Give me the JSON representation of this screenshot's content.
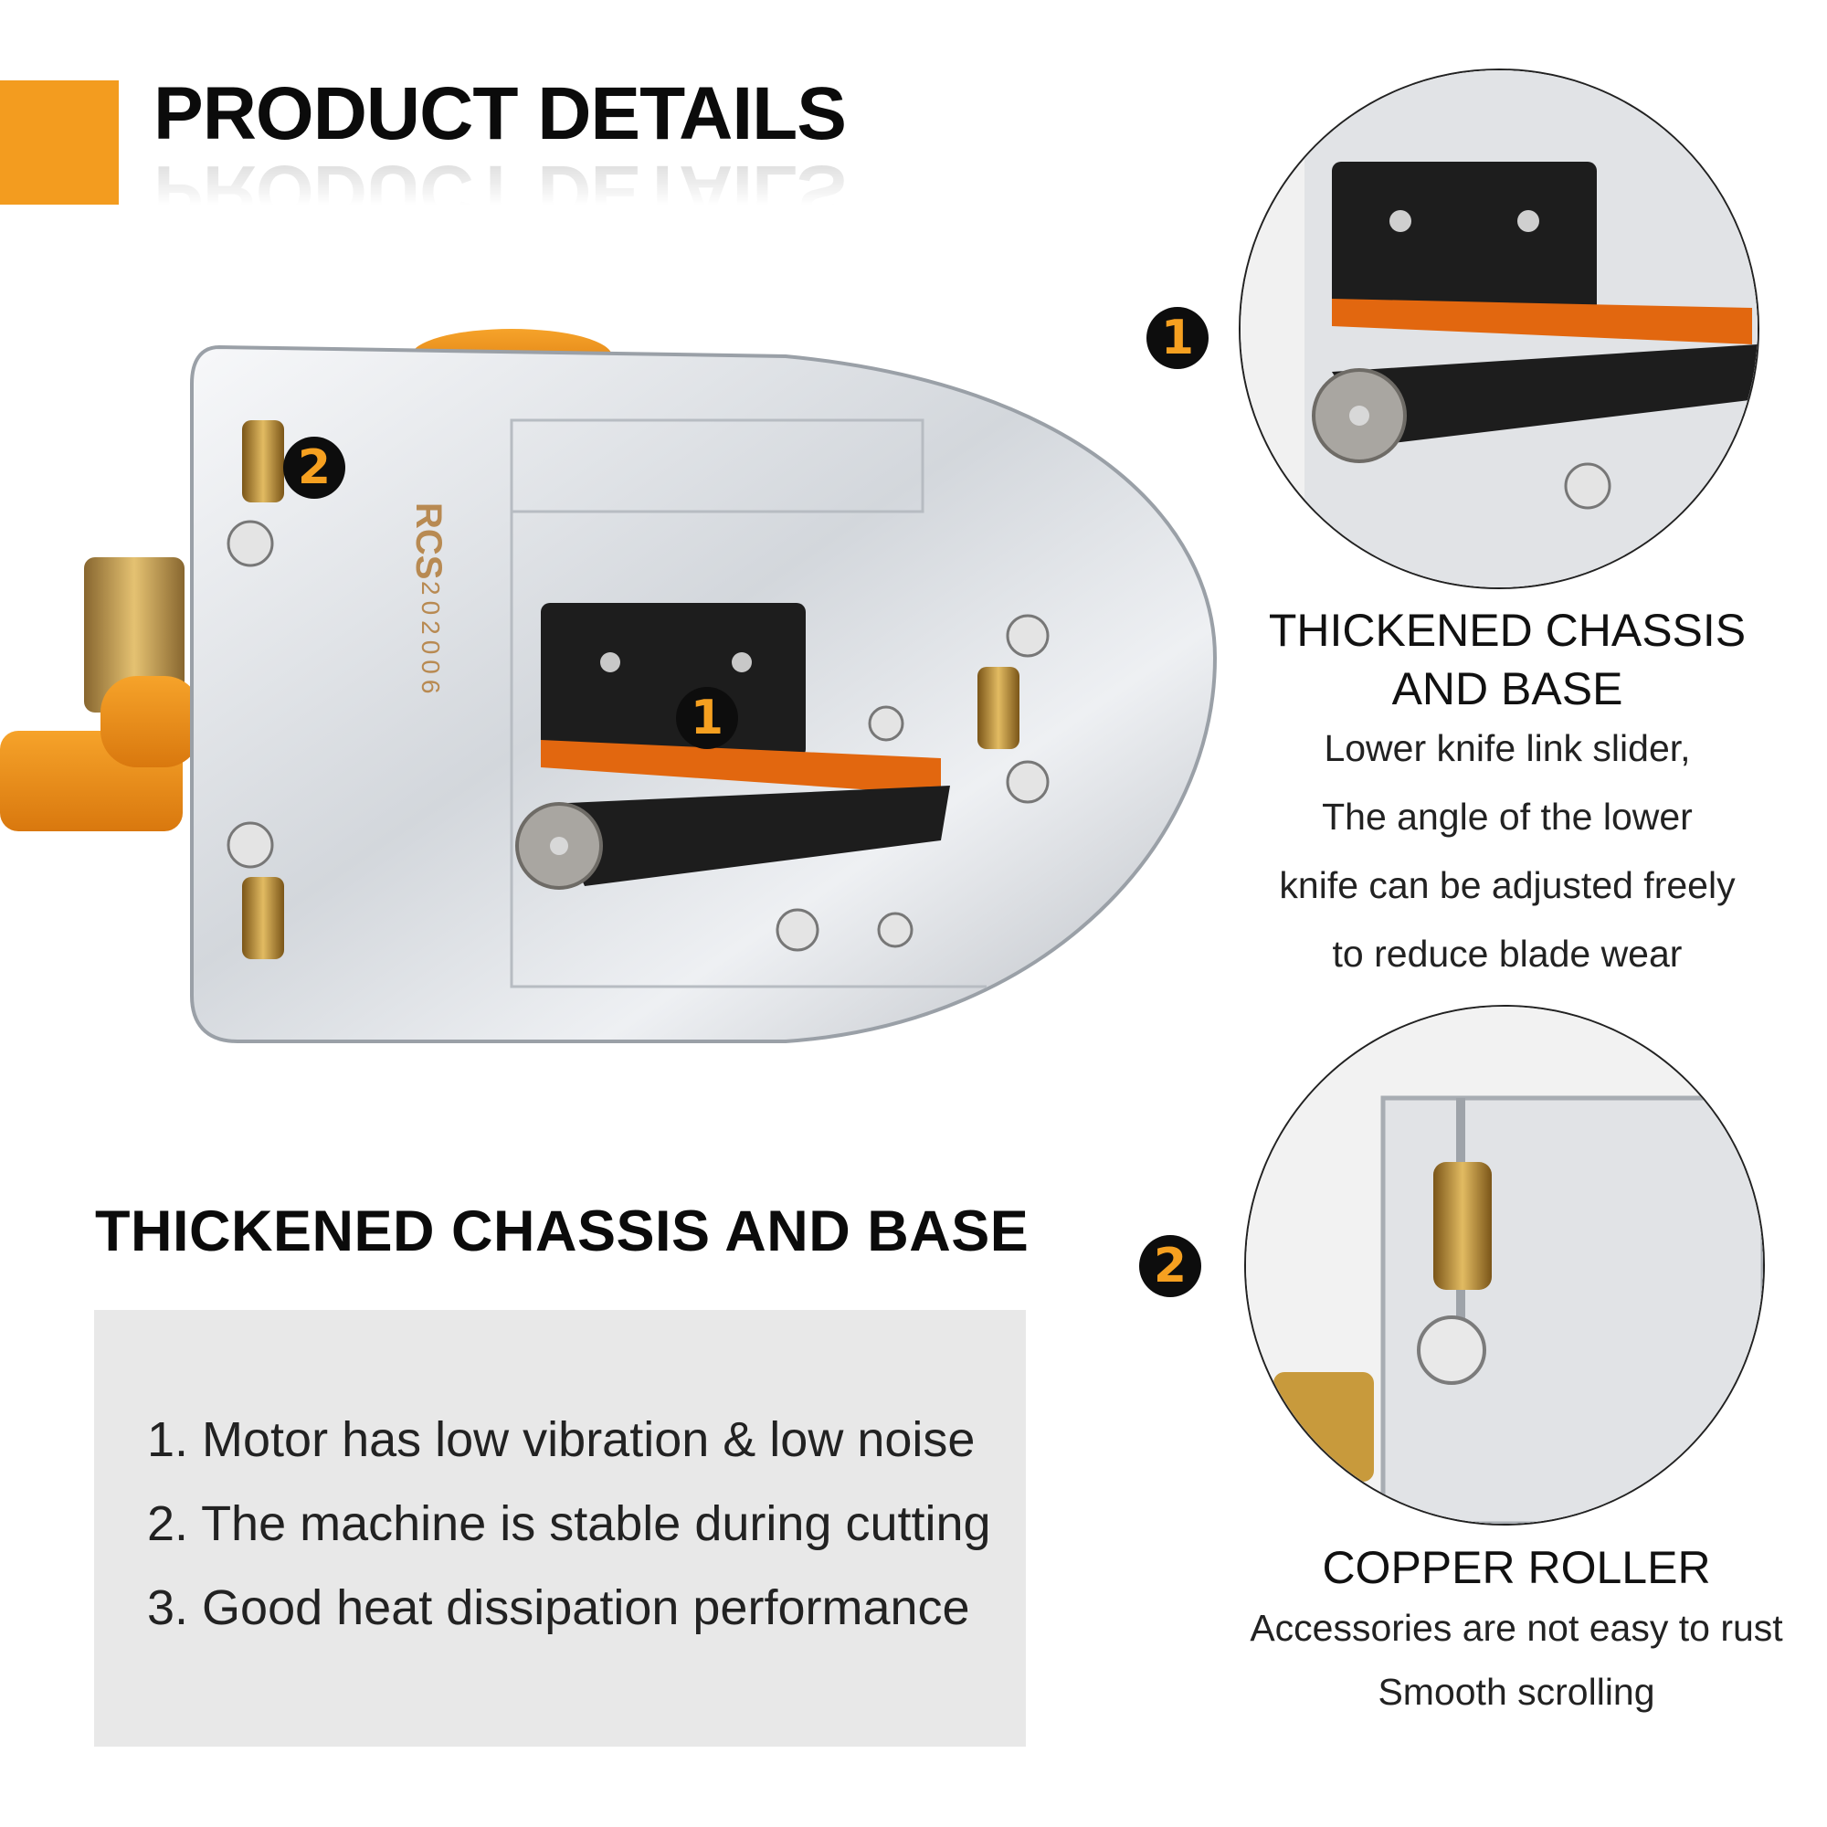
{
  "header": {
    "title": "PRODUCT DETAILS"
  },
  "markers": {
    "one": "1",
    "two": "2"
  },
  "product": {
    "engraving_brand": "RCS",
    "engraving_model": "202006"
  },
  "detail_1": {
    "marker": "1",
    "title_lines": [
      "THICKENED CHASSIS",
      "AND BASE"
    ],
    "body_lines": [
      "Lower knife link slider,",
      "The angle of the lower",
      "knife can be adjusted freely",
      "to reduce blade wear"
    ]
  },
  "detail_2": {
    "marker": "2",
    "title": "COPPER ROLLER",
    "body_lines": [
      "Accessories are not easy to rust",
      "Smooth scrolling"
    ]
  },
  "left_section": {
    "heading": "THICKENED CHASSIS AND BASE",
    "features": [
      "1. Motor has low vibration & low noise",
      "2. The machine is stable during cutting",
      "3. Good heat dissipation performance"
    ]
  },
  "colors": {
    "accent": "#f39c1f",
    "marker_text": "#f6a020",
    "panel": "#e8e8e8",
    "steel": "#d9dde2",
    "blade": "#1d1d1d",
    "brass": "#c89a3c"
  },
  "icons": [
    "screw-icon",
    "copper-roller-icon",
    "blade-icon"
  ]
}
